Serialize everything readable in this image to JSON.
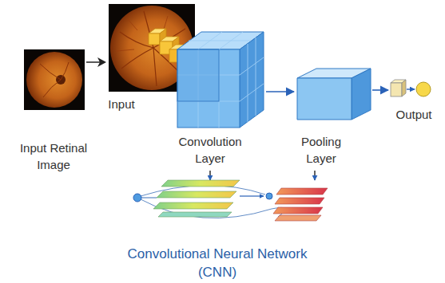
{
  "diagram": {
    "caption": "Convolutional Neural Network (CNN)",
    "labels": [
      "Input Retinal Image",
      "Input",
      "Convolution Layer",
      "Pooling Layer",
      "Output"
    ]
  }
}
